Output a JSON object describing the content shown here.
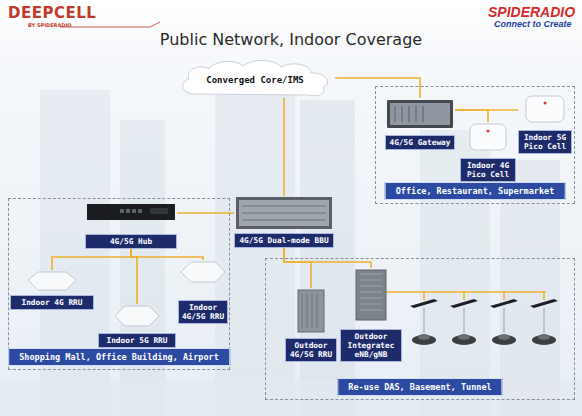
{
  "diagram": {
    "title": "Public Network, Indoor Coverage",
    "nodes": [
      {
        "text": [
          "Converged Core/IMS"
        ]
      },
      {
        "text": [
          "Office, Restaurant, Supermarket"
        ]
      },
      {
        "text": [
          "4G/5G Gateway"
        ],
        "in": 1
      },
      {
        "text": [
          "Indoor 5G Pico Cell"
        ],
        "in": 1
      },
      {
        "text": [
          "Indoor 4G Pico Cell"
        ],
        "in": 1
      },
      {
        "text": [
          "Shopping Mall, Office Building, Airport"
        ]
      },
      {
        "text": [
          "4G/5G Hub"
        ],
        "in": 5
      },
      {
        "text": [
          "Indoor 4G RRU"
        ],
        "in": 5
      },
      {
        "text": [
          "Indoor 4G/5G RRU"
        ],
        "in": 5
      },
      {
        "text": [
          "Indoor 5G RRU"
        ],
        "in": 5
      },
      {
        "text": [
          "4G/5G Dual-mode BBU"
        ]
      },
      {
        "text": [
          "Re-use DAS, Basement, Tunnel"
        ]
      },
      {
        "text": [
          "Outdoor 4G/5G RRU"
        ],
        "in": 11
      },
      {
        "text": [
          "Outdoor Integratec eNB/gNB"
        ],
        "in": 11
      }
    ],
    "edges": [
      {
        "from": 0,
        "to": 2,
        "arrow": "none"
      },
      {
        "from": 0,
        "to": 10,
        "arrow": "none"
      },
      {
        "from": 2,
        "to": 3,
        "arrow": "none"
      },
      {
        "from": 2,
        "to": 4,
        "arrow": "none"
      },
      {
        "from": 10,
        "to": 6,
        "arrow": "none"
      },
      {
        "from": 6,
        "to": 7,
        "arrow": "none"
      },
      {
        "from": 6,
        "to": 8,
        "arrow": "none"
      },
      {
        "from": 6,
        "to": 9,
        "arrow": "none"
      },
      {
        "from": 10,
        "to": 12,
        "arrow": "none"
      },
      {
        "from": 10,
        "to": 13,
        "arrow": "none"
      }
    ],
    "labels": [
      "DEEPCELL",
      "BY SPIDERADIO",
      "SPIDERADIO",
      "Connect to Create"
    ]
  }
}
